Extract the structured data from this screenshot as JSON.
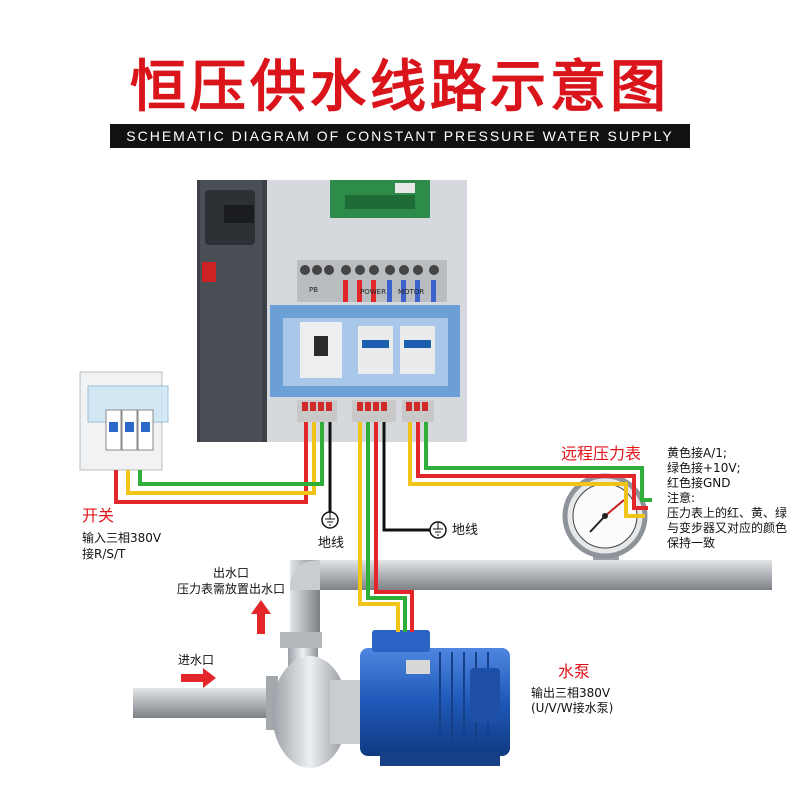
{
  "title": "恒压供水线路示意图",
  "subtitle": "SCHEMATIC DIAGRAM OF CONSTANT PRESSURE WATER SUPPLY LINE",
  "panel": {
    "terminal_labels": [
      "PB",
      "POWER",
      "MOTOR"
    ]
  },
  "switch": {
    "name": "开关",
    "desc_line1": "输入三相380V",
    "desc_line2": "接R/S/T"
  },
  "ground_left": "地线",
  "ground_right": "地线",
  "gauge": {
    "name": "远程压力表",
    "notes": [
      "黄色接A/1;",
      "绿色接+10V;",
      "红色接GND",
      "注意:",
      "压力表上的红、黄、绿",
      "与变步器又对应的颜色",
      "保持一致"
    ]
  },
  "outlet": {
    "line1": "出水口",
    "line2": "压力表需放置出水口"
  },
  "inlet": "进水口",
  "pump": {
    "name": "水泵",
    "desc_line1": "输出三相380V",
    "desc_line2": "(U/V/W接水泵)"
  },
  "colors": {
    "title_red": "#d9141b",
    "wire_red": "#e3262a",
    "wire_yellow": "#f0c419",
    "wire_green": "#2fae3a",
    "wire_black": "#111111",
    "pipe": "#a7abb0",
    "pump_blue": "#1f58b8"
  }
}
